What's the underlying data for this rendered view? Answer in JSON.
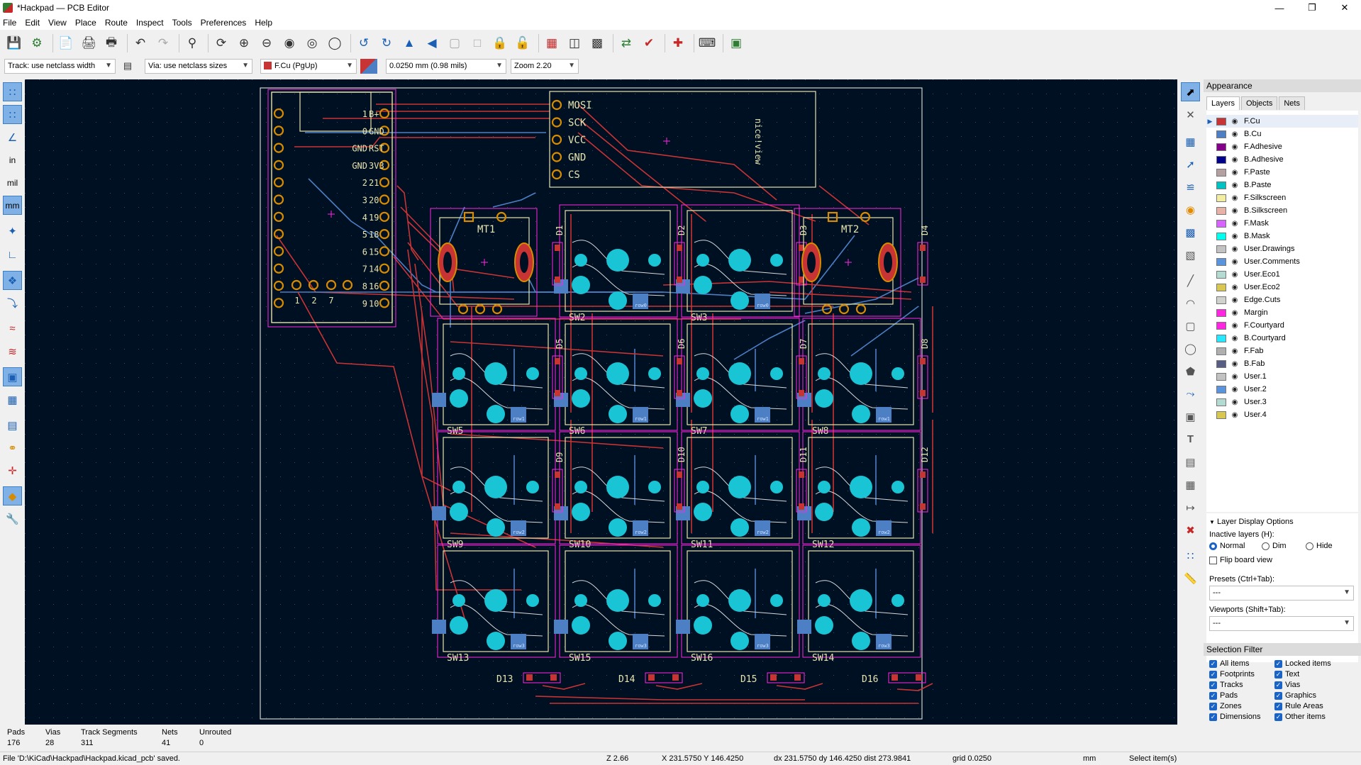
{
  "window": {
    "title": "*Hackpad — PCB Editor"
  },
  "menu": [
    "File",
    "Edit",
    "View",
    "Place",
    "Route",
    "Inspect",
    "Tools",
    "Preferences",
    "Help"
  ],
  "aux_toolbar": {
    "track": "Track: use netclass width",
    "via": "Via: use netclass sizes",
    "layer": "F.Cu (PgUp)",
    "grid": "0.0250 mm (0.98 mils)",
    "zoom": "Zoom 2.20"
  },
  "left_toolbar": {
    "in_label": "in",
    "mil_label": "mil",
    "mm_label": "mm"
  },
  "appearance": {
    "title": "Appearance",
    "tabs": [
      "Layers",
      "Objects",
      "Nets"
    ],
    "layers": [
      {
        "name": "F.Cu",
        "color": "#c83434"
      },
      {
        "name": "B.Cu",
        "color": "#4d7fc4"
      },
      {
        "name": "F.Adhesive",
        "color": "#84008a"
      },
      {
        "name": "B.Adhesive",
        "color": "#00008b"
      },
      {
        "name": "F.Paste",
        "color": "#b4a0a0"
      },
      {
        "name": "B.Paste",
        "color": "#00c2c2"
      },
      {
        "name": "F.Silkscreen",
        "color": "#f2eda1"
      },
      {
        "name": "B.Silkscreen",
        "color": "#e8b2a7"
      },
      {
        "name": "F.Mask",
        "color": "#d864ff"
      },
      {
        "name": "B.Mask",
        "color": "#02ffee"
      },
      {
        "name": "User.Drawings",
        "color": "#c2c2c2"
      },
      {
        "name": "User.Comments",
        "color": "#5994dc"
      },
      {
        "name": "User.Eco1",
        "color": "#b4dbd2"
      },
      {
        "name": "User.Eco2",
        "color": "#d8c852"
      },
      {
        "name": "Edge.Cuts",
        "color": "#d0d2cd"
      },
      {
        "name": "Margin",
        "color": "#ff26e2"
      },
      {
        "name": "F.Courtyard",
        "color": "#ff26e2"
      },
      {
        "name": "B.Courtyard",
        "color": "#26e9ff"
      },
      {
        "name": "F.Fab",
        "color": "#afafaf"
      },
      {
        "name": "B.Fab",
        "color": "#585d84"
      },
      {
        "name": "User.1",
        "color": "#c2c2c2"
      },
      {
        "name": "User.2",
        "color": "#5994dc"
      },
      {
        "name": "User.3",
        "color": "#b4dbd2"
      },
      {
        "name": "User.4",
        "color": "#d8c852"
      }
    ],
    "layer_display_options": {
      "title": "Layer Display Options",
      "inactive_label": "Inactive layers (H):",
      "normal": "Normal",
      "dim": "Dim",
      "hide": "Hide",
      "flip": "Flip board view",
      "presets_label": "Presets (Ctrl+Tab):",
      "presets_value": "---",
      "viewports_label": "Viewports (Shift+Tab):",
      "viewports_value": "---"
    }
  },
  "selection_filter": {
    "title": "Selection Filter",
    "left": [
      "All items",
      "Footprints",
      "Tracks",
      "Pads",
      "Zones",
      "Dimensions"
    ],
    "right": [
      "Locked items",
      "Text",
      "Vias",
      "Graphics",
      "Rule Areas",
      "Other items"
    ]
  },
  "stats": [
    {
      "label": "Pads",
      "value": "176"
    },
    {
      "label": "Vias",
      "value": "28"
    },
    {
      "label": "Track Segments",
      "value": "311"
    },
    {
      "label": "Nets",
      "value": "41"
    },
    {
      "label": "Unrouted",
      "value": "0"
    }
  ],
  "status": {
    "message": "File 'D:\\KiCad\\Hackpad\\Hackpad.kicad_pcb' saved.",
    "zoom": "Z 2.66",
    "coords": "X 231.5750  Y 146.4250",
    "delta": "dx 231.5750  dy 146.4250  dist 273.9841",
    "grid": "grid 0.0250",
    "units": "mm",
    "mode": "Select item(s)"
  },
  "board": {
    "header_pins": [
      "MOSI",
      "SCK",
      "VCC",
      "GND",
      "CS"
    ],
    "nice_view": "nice!view",
    "mcu_pins_left": [
      "1",
      "0",
      "GND",
      "GND",
      "2",
      "3",
      "4",
      "5",
      "6",
      "7",
      "8",
      "9"
    ],
    "mcu_pins_right": [
      "B+",
      "GND",
      "RST",
      "3V3",
      "21",
      "20",
      "19",
      "18",
      "15",
      "14",
      "16",
      "10"
    ],
    "mcu_bottom_pins": [
      "1",
      "2",
      "7"
    ],
    "mounts": [
      "MT1",
      "MT2"
    ],
    "switch_labels": [
      "SW2",
      "SW3",
      "SW5",
      "SW6",
      "SW7",
      "SW8",
      "SW9",
      "SW10",
      "SW11",
      "SW12",
      "SW13",
      "SW15",
      "SW16",
      "SW14"
    ],
    "diode_labels": [
      "D1",
      "D2",
      "D3",
      "D4",
      "D5",
      "D6",
      "D7",
      "D8",
      "D9",
      "D10",
      "D11",
      "D12",
      "D13",
      "D14",
      "D15",
      "D16"
    ],
    "row_labels": [
      "row0",
      "row1",
      "row2",
      "row3"
    ]
  }
}
